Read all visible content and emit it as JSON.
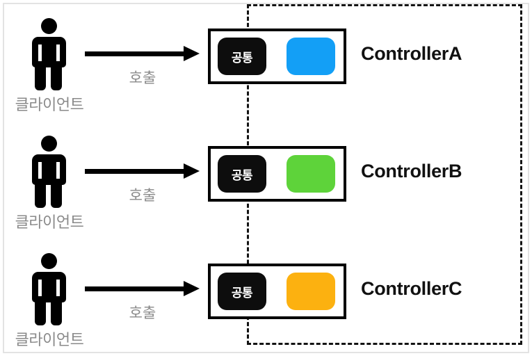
{
  "diagram": {
    "title": "controller-common-module-diagram",
    "server_boundary": {
      "style": "dashed",
      "color": "#141414"
    },
    "colors": {
      "client_label": "#8a8a8a",
      "call_label": "#8a8a8a",
      "arrow": "#000000",
      "common_chip_bg": "#0d0d0d",
      "common_chip_text": "#ffffff",
      "controller_name": "#111111",
      "outer_frame": "#e3e3e3"
    },
    "rows": [
      {
        "client_label": "클라이언트",
        "arrow_label": "호출",
        "common_chip_label": "공통",
        "module_color": "#139ff6",
        "module_color_name": "blue",
        "controller_name": "ControllerA"
      },
      {
        "client_label": "클라이언트",
        "arrow_label": "호출",
        "common_chip_label": "공통",
        "module_color": "#5ed33a",
        "module_color_name": "green",
        "controller_name": "ControllerB"
      },
      {
        "client_label": "클라이언트",
        "arrow_label": "호출",
        "common_chip_label": "공통",
        "module_color": "#fcb110",
        "module_color_name": "orange",
        "controller_name": "ControllerC"
      }
    ]
  }
}
